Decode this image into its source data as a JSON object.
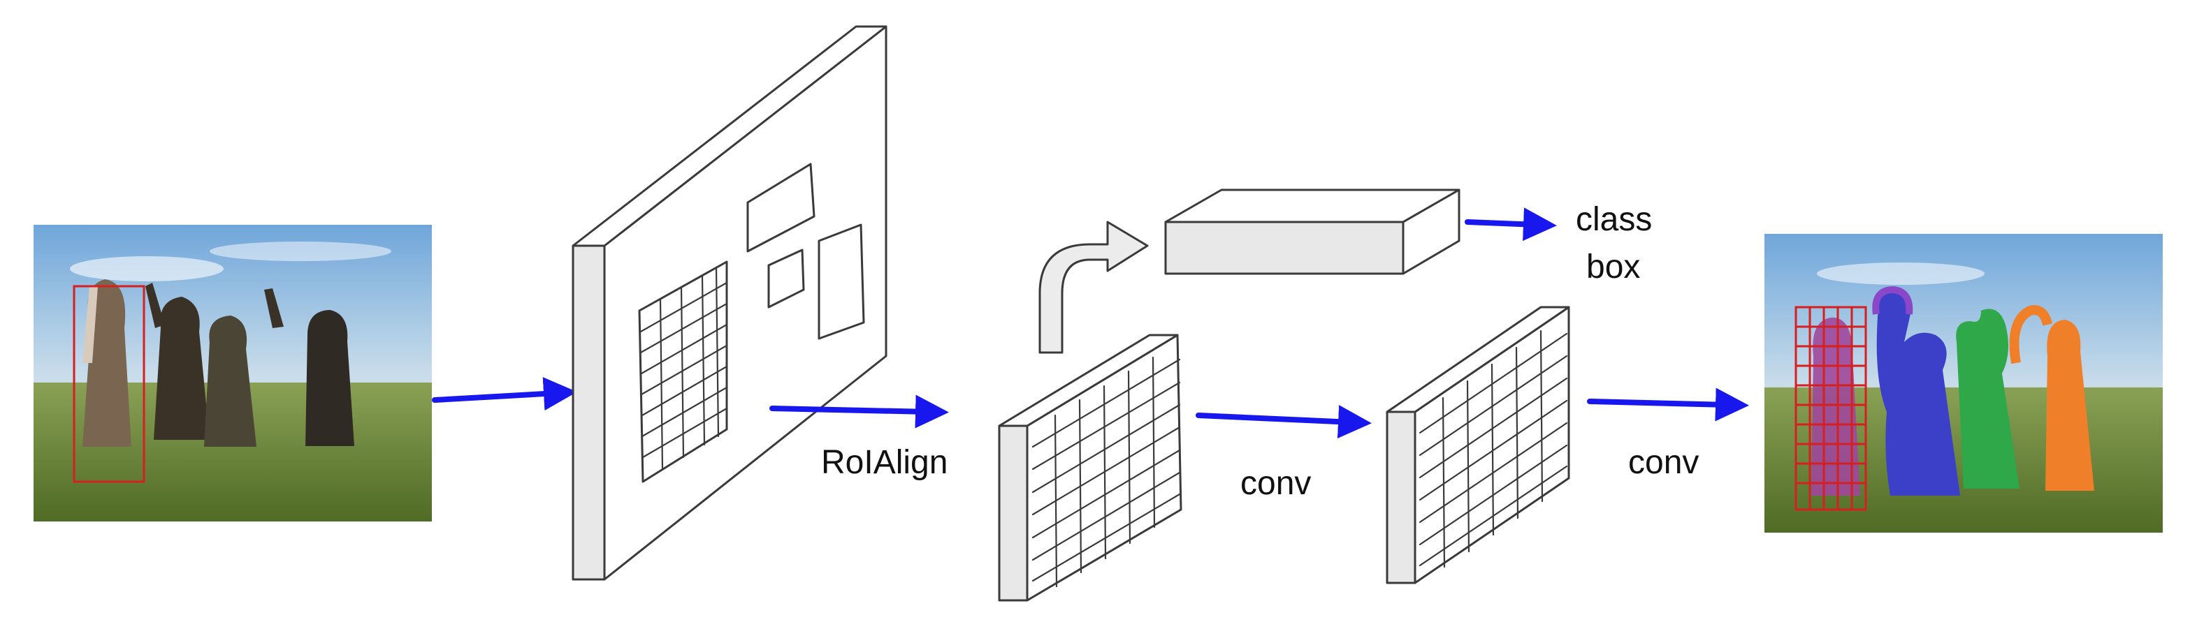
{
  "labels": {
    "roialign": "RoIAlign",
    "conv1": "conv",
    "conv2": "conv",
    "class": "class",
    "box": "box"
  },
  "colors": {
    "arrow": "#1818ee",
    "roi_box": "#d42020",
    "mask_person_1": "#a0479a",
    "mask_person_2": "#3c3fc8",
    "mask_person_3": "#2fa84a",
    "mask_person_4": "#f07f2a",
    "sky": "#8fb8de",
    "field": "#6e8c3a"
  },
  "icons": {
    "input_image": "photo-of-four-girls-in-field",
    "output_image": "segmented-photo-with-masks"
  }
}
